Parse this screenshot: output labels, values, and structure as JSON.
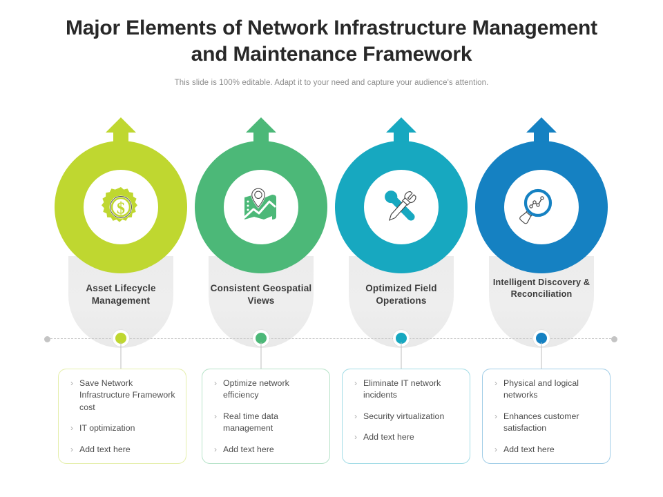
{
  "header": {
    "title": "Major Elements of Network Infrastructure Management and Maintenance Framework",
    "subtitle": "This slide is 100% editable. Adapt it to your need and capture your audience's attention."
  },
  "bullet_marker": "›",
  "pillars": [
    {
      "label": "Asset Lifecycle Management",
      "color": "#bfd730",
      "icon": "gear-dollar-icon",
      "bullets": [
        "Save Network Infrastructure Framework cost",
        "IT optimization",
        "Add text here"
      ]
    },
    {
      "label": "Consistent Geospatial Views",
      "color": "#4cb878",
      "icon": "map-pin-icon",
      "bullets": [
        "Optimize network efficiency",
        "Real time data management",
        "Add text here"
      ]
    },
    {
      "label": "Optimized Field Operations",
      "color": "#17a8c0",
      "icon": "wrench-screwdriver-icon",
      "bullets": [
        "Eliminate IT network incidents",
        "Security virtualization",
        "Add text here"
      ]
    },
    {
      "label": "Intelligent Discovery & Reconciliation",
      "color": "#1581c2",
      "icon": "magnifier-chart-icon",
      "bullets": [
        "Physical and logical networks",
        "Enhances customer satisfaction",
        "Add text here"
      ]
    }
  ],
  "timeline": {
    "endcap_color": "#c4c4c4",
    "line_color": "#c9c9c9"
  }
}
